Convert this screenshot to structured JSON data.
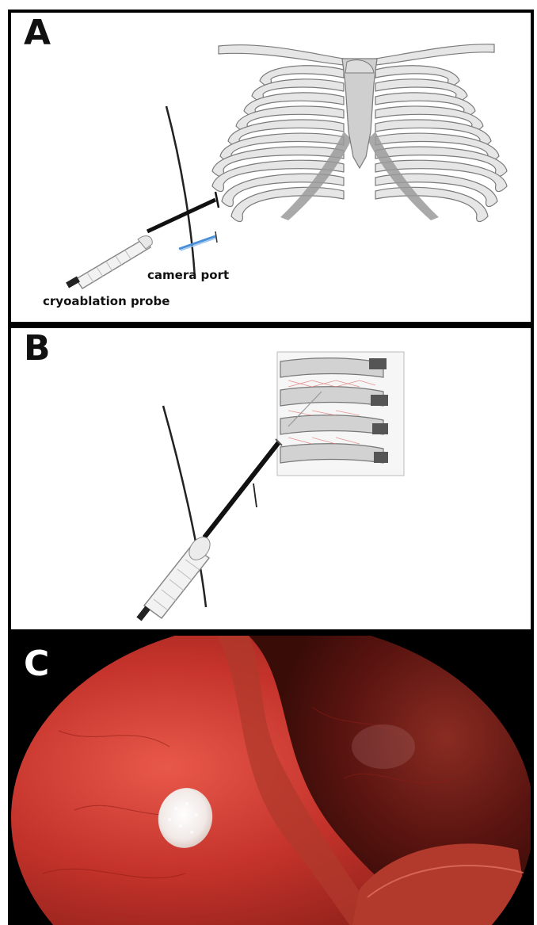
{
  "panels": [
    {
      "id": "A",
      "letter": "A",
      "labels": {
        "camera_port": "camera port",
        "cryoablation_probe": "cryoablation probe"
      }
    },
    {
      "id": "B",
      "letter": "B"
    },
    {
      "id": "C",
      "letter": "C"
    }
  ],
  "colors": {
    "border": "#000000",
    "bone": "#e6e6e6",
    "bone_outline": "#7a7a7a",
    "bone_shadow": "#9a9a9a",
    "probe_shaft": "#111111",
    "camera_port": "#4a90d9",
    "ablation_mark": "#e07a7a",
    "tissue_red": "#c4332b",
    "tissue_dark": "#5a1410",
    "ice_ball": "#f4f0ee"
  },
  "icons": [
    "rib-cage-illustration",
    "cryoablation-probe-icon",
    "camera-port-icon",
    "rib-segment-illustration",
    "endoscopic-photo"
  ]
}
